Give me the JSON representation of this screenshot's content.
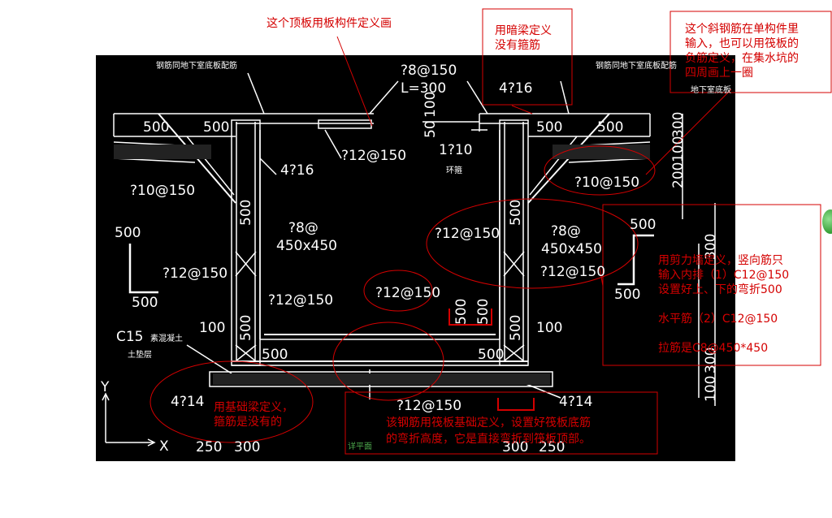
{
  "drawing": {
    "top_note_slab": "这个顶板用板构件定义画",
    "box_dark_beam": [
      "用暗梁定义",
      "没有箍筋"
    ],
    "box_slant_bar": [
      "这个斜钢筋在单构件里",
      "输入，也可以用筏板的",
      "负筋定义，在集水坑的",
      "四周画上一圈"
    ],
    "box_shear_wall": [
      "用剪力墙定义，竖向筋只",
      "输入内排（1）C12@150",
      "设置好上、下的弯折500",
      "",
      "水平筋（2）C12@150",
      "",
      "拉筋是C8@450*450"
    ],
    "foundation_beam_note": [
      "用基础梁定义，",
      "箍筋是没有的"
    ],
    "raft_note": [
      "该钢筋用筏板基础定义，设置好筏板底筋",
      "的弯折高度，它是直接弯折到筏板顶部。"
    ],
    "cad_labels": {
      "top_rebar_left": "钢筋同地下室底板配筋",
      "top_rebar_right": "钢筋同地下室底板配筋",
      "top_right_small": "地下室底板",
      "bar_8_150": "?8@150",
      "L300": "L=300",
      "bar_4_16_top": "4?16",
      "bar_4_16_left": "4?16",
      "dim_500_a": "500",
      "dim_500_b": "500",
      "dim_500_c": "500",
      "dim_500_d": "500",
      "bar_12_150_top": "?12@150",
      "dim_100": "100",
      "dim_50": "50",
      "bar_1_10": "1?10",
      "ring_beam": "环箍",
      "dim_300_r": "300",
      "dim_100_r": "100",
      "dim_200_r": "200",
      "bar_10_150_left": "?10@150",
      "bar_10_150_right": "?10@150",
      "dim_500_wall_l": "500",
      "dim_500_wall_r": "500",
      "bar_8_left": "?8@",
      "size_450_left": "450x450",
      "bar_8_right": "?8@",
      "size_450_right": "450x450",
      "bar_12_150_rmid": "?12@150",
      "bar_12_150_rmid2": "?12@150",
      "bar_12_150_lmid": "?12@150",
      "bar_12_150_center": "?12@150",
      "bar_12_150_mid2": "?12@150",
      "dim_500_L": "500",
      "dim_500_L2": "500",
      "dim_500_R": "500",
      "dim_500_R2": "500",
      "dim_500_small1": "500",
      "dim_500_small2": "500",
      "dim_100_l": "100",
      "dim_100_r2": "100",
      "dim_500_lo": "500",
      "dim_500_ro": "500",
      "C15": "C15",
      "C15_sub": "素混凝土",
      "C15_sub2": "土垫层",
      "bar_4_14_left": "4?14",
      "bar_4_14_right": "4?14",
      "bar_12_150_bottom": "?12@150",
      "dim_250_l": "250",
      "dim_300_l": "300",
      "dim_300_b": "300",
      "dim_250_b": "250",
      "dim_300_vr": "300",
      "dim_100_vr": "100",
      "dim_300_vr2": "300",
      "axis_y": "Y",
      "axis_x": "X",
      "section_tag": "详平面"
    }
  }
}
